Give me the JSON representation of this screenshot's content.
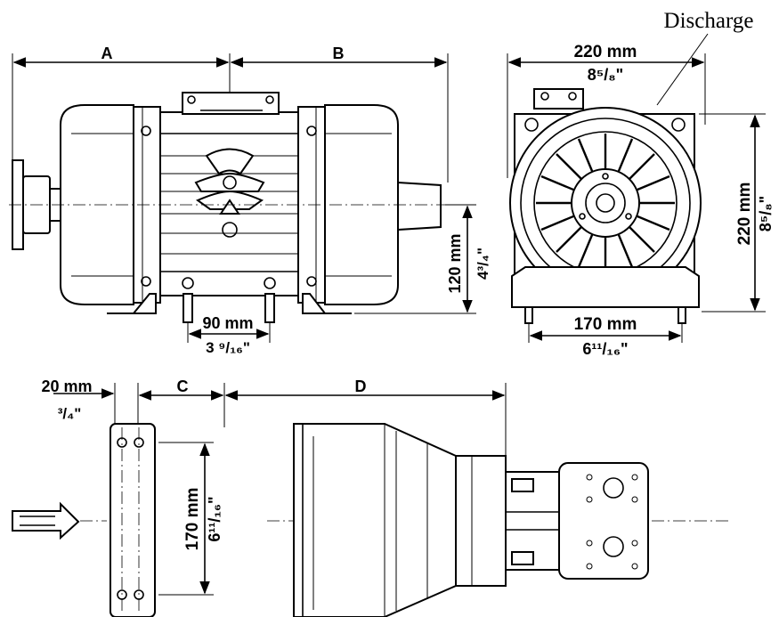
{
  "labels": {
    "discharge": "Discharge",
    "dim_a": "A",
    "dim_b": "B",
    "dim_c": "C",
    "dim_d": "D",
    "width_mm": "220 mm",
    "width_in": "8⁵/₈\"",
    "height_mm": "220 mm",
    "height_in": "8⁵/₈\"",
    "shaft_height_mm": "120 mm",
    "shaft_height_in": "4³/₄\"",
    "foot_spacing_mm": "90 mm",
    "foot_spacing_in": "3 ⁹/₁₆\"",
    "base_width_mm": "170 mm",
    "base_width_in": "6¹¹/₁₆\"",
    "flange_thick_mm": "20 mm",
    "flange_thick_in": "³/₄\"",
    "flange_height_mm": "170 mm",
    "flange_height_in": "6¹¹/₁₆\""
  }
}
